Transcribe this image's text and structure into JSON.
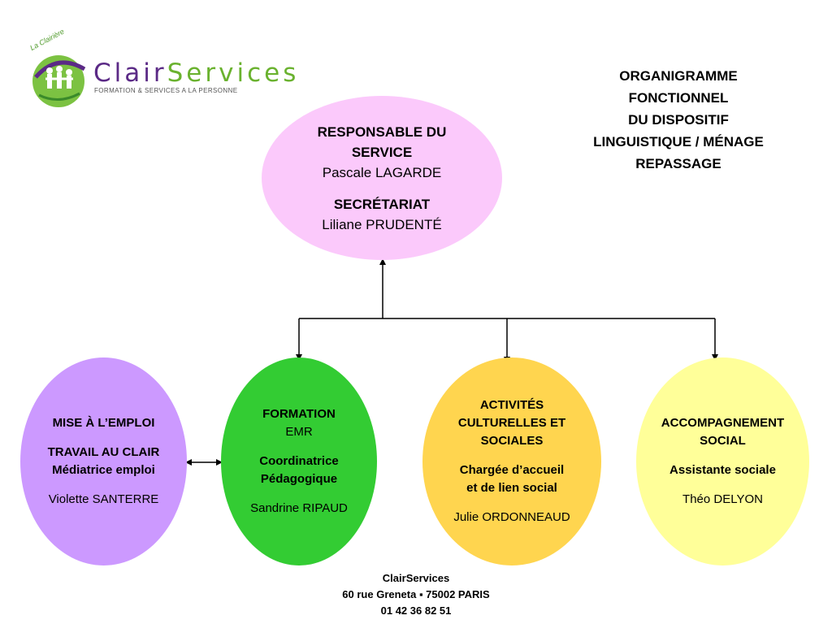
{
  "logo": {
    "arc_text": "La Clairière",
    "brand_part1": "Clair",
    "brand_part2": "Services",
    "tagline": "FORMATION & SERVICES A LA PERSONNE"
  },
  "title": {
    "line1": "ORGANIGRAMME",
    "line2": "FONCTIONNEL",
    "line3": "DU DISPOSITIF",
    "line4": "LINGUISTIQUE / MÉNAGE",
    "line5": "REPASSAGE"
  },
  "nodes": {
    "responsable": {
      "role_line1": "RESPONSABLE DU",
      "role_line2": "SERVICE",
      "person": "Pascale LAGARDE",
      "secretariat_label": "SECRÉTARIAT",
      "secretariat_person": "Liliane PRUDENTÉ"
    },
    "mise": {
      "label": "MISE À L’EMPLOI",
      "sub1": "TRAVAIL AU CLAIR",
      "sub2": "Médiatrice emploi",
      "person": "Violette SANTERRE"
    },
    "formation": {
      "label": "FORMATION",
      "sub": "EMR",
      "role_line1": "Coordinatrice",
      "role_line2": "Pédagogique",
      "person": "Sandrine RIPAUD"
    },
    "activites": {
      "label_line1": "ACTIVITÉS",
      "label_line2": "CULTURELLES ET",
      "label_line3": "SOCIALES",
      "role_line1": "Chargée d’accueil",
      "role_line2": "et de lien social",
      "person": "Julie ORDONNEAUD"
    },
    "accompagnement": {
      "label_line1": "ACCOMPAGNEMENT",
      "label_line2": "SOCIAL",
      "role": "Assistante sociale",
      "person": "Théo DELYON"
    }
  },
  "footer": {
    "name": "ClairServices",
    "address": "60 rue Greneta  ▪  75002 PARIS",
    "phone": "01 42 36 82 51"
  },
  "colors": {
    "responsable": "#fbc9fb",
    "mise": "#cc99ff",
    "formation": "#33cc33",
    "activites": "#ffd54f",
    "accompagnement": "#ffff99",
    "brand_purple": "#5b2a86",
    "brand_green": "#6ab22f"
  }
}
